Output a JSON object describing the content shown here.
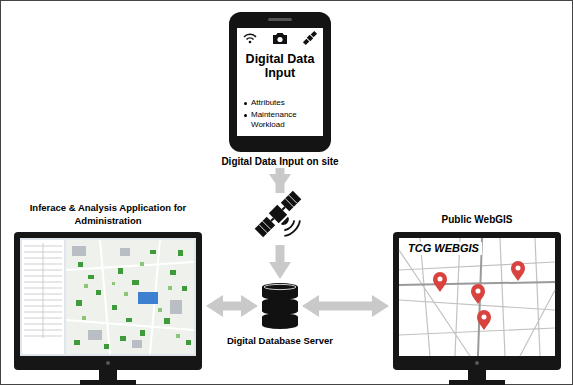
{
  "diagram": {
    "nodes": [
      {
        "text": [
          "Digital Data Input",
          "Attributes",
          "Maintenance Workload",
          "Digital Data Input on site"
        ]
      },
      {
        "text": [
          "Inferace & Analysis Application for Administration"
        ]
      },
      {
        "text": [
          "Public WebGIS",
          "TCG WEBGIS"
        ]
      },
      {
        "text": [
          "Digital Database Server"
        ]
      }
    ],
    "edges": [
      {
        "from": 0,
        "to": 3,
        "arrow": "to"
      },
      {
        "from": 1,
        "to": 3,
        "arrow": "both"
      },
      {
        "from": 3,
        "to": 2,
        "arrow": "both"
      }
    ]
  }
}
